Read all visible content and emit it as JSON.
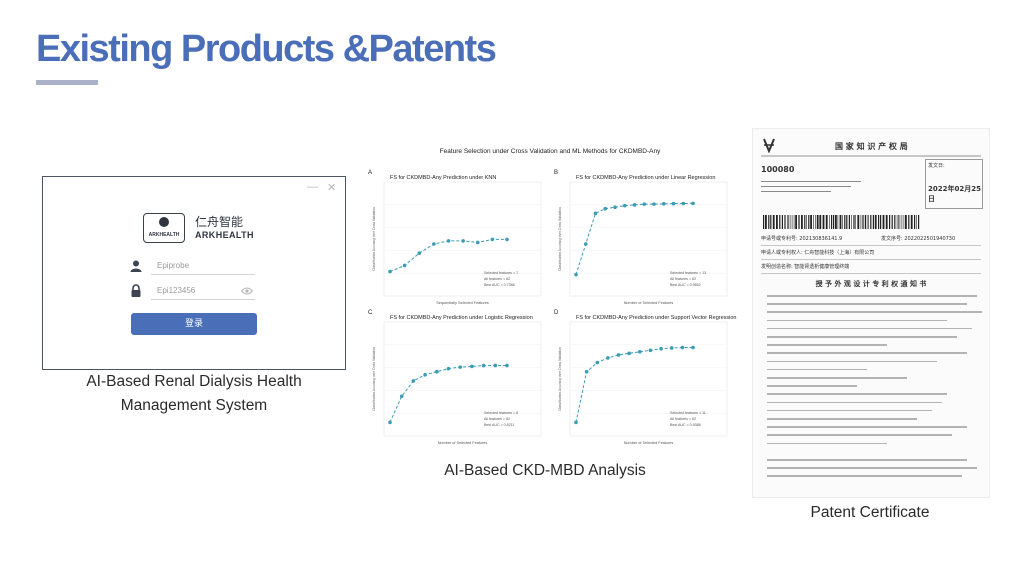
{
  "slide": {
    "title": "Existing Products &Patents"
  },
  "login": {
    "window_min": "—",
    "window_close": "✕",
    "brand_cn": "仁舟智能",
    "brand_en": "ARKHEALTH",
    "badge_text": "ARKHEALTH",
    "username_value": "Epiprobe",
    "password_value": "Epi123456",
    "login_button": "登录",
    "caption_line1": "AI-Based Renal Dialysis Health",
    "caption_line2": "Management System",
    "icons": {
      "user": "user-icon",
      "lock": "lock-icon",
      "eye": "eye-icon"
    },
    "accent": "#4a6fb8"
  },
  "figure": {
    "title": "Feature Selection under Cross Validation and ML Methods for CKDMBD-Any",
    "caption": "AI-Based CKD-MBD Analysis",
    "accent": "#3a9bb5"
  },
  "chart_data": [
    {
      "type": "line",
      "panel": "A",
      "title": "FS for CKDMBD-Any Prediction under KNN",
      "xlabel": "Sequentially Selected Features",
      "ylabel": "Classification Accuracy over Cross Validation",
      "stats": [
        "Selected features = 7",
        "All features = 62",
        "Best AUC = 0.7388"
      ],
      "x": [
        1,
        2,
        3,
        4,
        5,
        6,
        7,
        8,
        9
      ],
      "y": [
        0.52,
        0.56,
        0.64,
        0.7,
        0.72,
        0.72,
        0.71,
        0.73,
        0.73
      ]
    },
    {
      "type": "line",
      "panel": "B",
      "title": "FS for CKDMBD-Any Prediction under Linear Regression",
      "xlabel": "Number of Selected Features",
      "ylabel": "Classification Accuracy over Cross Validation",
      "stats": [
        "Selected features = 13",
        "All features = 62",
        "Best AUC = 0.9652"
      ],
      "x": [
        1,
        2,
        3,
        4,
        5,
        6,
        7,
        8,
        9,
        10,
        11,
        12,
        13
      ],
      "y": [
        0.5,
        0.7,
        0.9,
        0.93,
        0.94,
        0.95,
        0.955,
        0.96,
        0.96,
        0.962,
        0.963,
        0.964,
        0.965
      ]
    },
    {
      "type": "line",
      "panel": "C",
      "title": "FS for CKDMBD-Any Prediction under Logistic Regression",
      "xlabel": "Number of Selected Features",
      "ylabel": "Classification Accuracy over Cross Validation",
      "stats": [
        "Selected features = 8",
        "All features = 62",
        "Best AUC = 0.8211"
      ],
      "x": [
        1,
        2,
        3,
        4,
        5,
        6,
        7,
        8,
        9,
        10,
        11
      ],
      "y": [
        0.45,
        0.62,
        0.72,
        0.76,
        0.78,
        0.8,
        0.81,
        0.815,
        0.82,
        0.821,
        0.821
      ]
    },
    {
      "type": "line",
      "panel": "D",
      "title": "FS for CKDMBD-Any Prediction under Support Vector Regression",
      "xlabel": "Number of Selected Features",
      "ylabel": "Classification Accuracy over Cross Validation",
      "stats": [
        "Selected features = 11",
        "All features = 62",
        "Best AUC = 0.9388"
      ],
      "x": [
        1,
        2,
        3,
        4,
        5,
        6,
        7,
        8,
        9,
        10,
        11,
        12
      ],
      "y": [
        0.45,
        0.78,
        0.84,
        0.87,
        0.89,
        0.9,
        0.91,
        0.92,
        0.93,
        0.935,
        0.938,
        0.938
      ]
    }
  ],
  "certificate": {
    "office": "国 家 知 识 产 权 局",
    "postcode": "100080",
    "sender_box": "发文日:",
    "date": "2022年02月25日",
    "app_no_label": "申请号或专利号: 202130836141.9",
    "doc_no_label": "发文序号: 2022022501940730",
    "applicant_label": "申请人或专利权人: 仁舟智能科技（上海）有限公司",
    "design_label": "发明创造名称: 智能肾透析健康管理终端",
    "notice_title": "授 予 外 观 设 计 专 利 权 通 知 书",
    "caption": "Patent Certificate"
  }
}
